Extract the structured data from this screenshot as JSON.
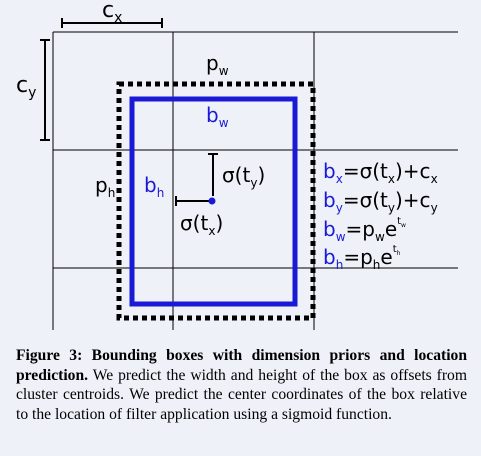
{
  "labels": {
    "cx": "c",
    "cx_sub": "x",
    "cy": "c",
    "cy_sub": "y",
    "pw": "p",
    "pw_sub": "w",
    "ph": "p",
    "ph_sub": "h",
    "bw": "b",
    "bw_sub": "w",
    "bh": "b",
    "bh_sub": "h",
    "sig_ty_a": "σ(t",
    "sig_ty_sub": "y",
    "sig_ty_b": ")",
    "sig_tx_a": "σ(t",
    "sig_tx_sub": "x",
    "sig_tx_b": ")"
  },
  "equations": [
    {
      "b": "b",
      "b_sub": "x",
      "rhs_a": "=σ(t",
      "rhs_sub1": "x",
      "rhs_b": ")+c",
      "rhs_sub2": "x"
    },
    {
      "b": "b",
      "b_sub": "y",
      "rhs_a": "=σ(t",
      "rhs_sub1": "y",
      "rhs_b": ")+c",
      "rhs_sub2": "y"
    },
    {
      "b": "b",
      "b_sub": "w",
      "rhs_a": "=p",
      "rhs_sub1": "w",
      "rhs_b": "e",
      "rhs_sup": "t",
      "rhs_supsub": "w"
    },
    {
      "b": "b",
      "b_sub": "h",
      "rhs_a": "=p",
      "rhs_sub1": "h",
      "rhs_b": "e",
      "rhs_sup": "t",
      "rhs_supsub": "h"
    }
  ],
  "colors": {
    "blue": "#1a1ad6",
    "black": "#000000",
    "grid": "#000000",
    "background": "#eef1f8"
  },
  "caption": {
    "lead": "Figure 3: Bounding boxes with dimension priors and location prediction.",
    "body": " We predict the width and height of the box as offsets from cluster centroids.  We predict the center coordinates of the box relative to the location of filter application using a sigmoid function."
  }
}
